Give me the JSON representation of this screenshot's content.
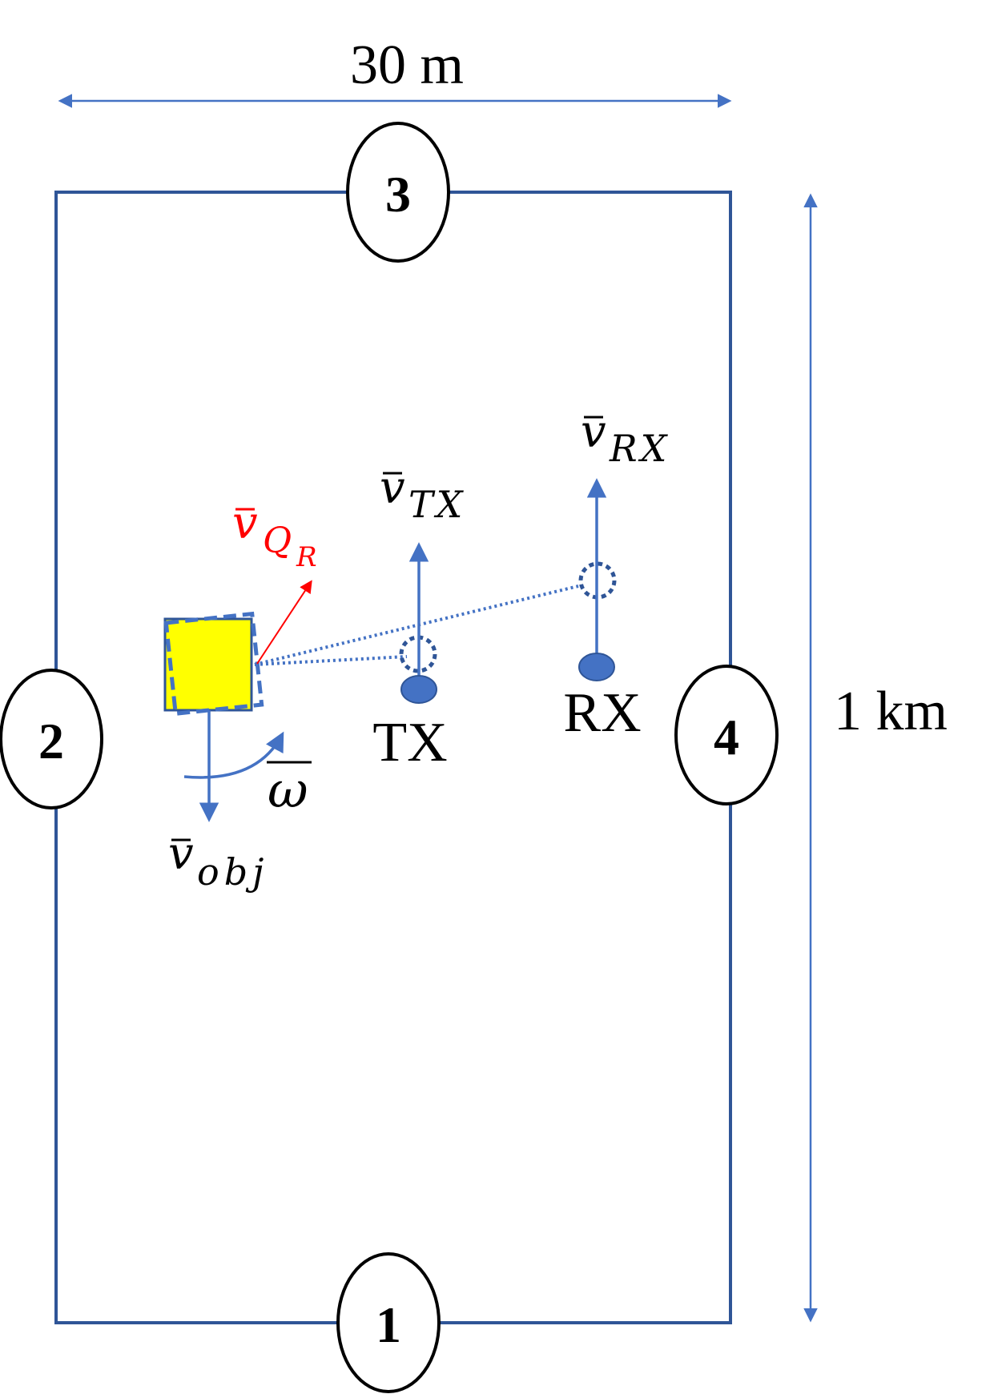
{
  "dimensions": {
    "width_label": "30 m",
    "length_label": "1 km"
  },
  "ports": {
    "top": "3",
    "left": "2",
    "right": "4",
    "bottom": "1"
  },
  "nodes": {
    "tx_label": "TX",
    "rx_label": "RX"
  },
  "vectors": {
    "v_symbol": "v",
    "tx_subscript": "TX",
    "rx_subscript": "RX",
    "qr_subscript_main": "Q",
    "qr_subscript_sub": "R",
    "obj_subscript": "obj",
    "omega_symbol": "ω"
  },
  "colors": {
    "line_blue": "#4472C4",
    "border_navy": "#2F5597",
    "node_fill": "#4472C4",
    "object_fill": "#FFFF00",
    "velocity_red": "#FF0000",
    "text": "#000000"
  }
}
